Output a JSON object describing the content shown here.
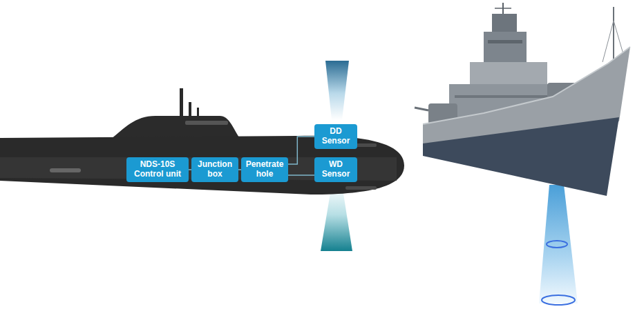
{
  "diagram": {
    "nodes": [
      {
        "text": [
          "NDS-10S Control unit"
        ]
      },
      {
        "text": [
          "Junction box"
        ]
      },
      {
        "text": [
          "Penetrate hole"
        ]
      },
      {
        "text": [
          "DD Sensor"
        ]
      },
      {
        "text": [
          "WD Sensor"
        ]
      }
    ],
    "edges": [
      {
        "from": 0,
        "to": 1,
        "arrow": "none"
      },
      {
        "from": 1,
        "to": 2,
        "arrow": "none"
      },
      {
        "from": 2,
        "to": 3,
        "arrow": "none"
      },
      {
        "from": 2,
        "to": 4,
        "arrow": "none"
      }
    ]
  }
}
